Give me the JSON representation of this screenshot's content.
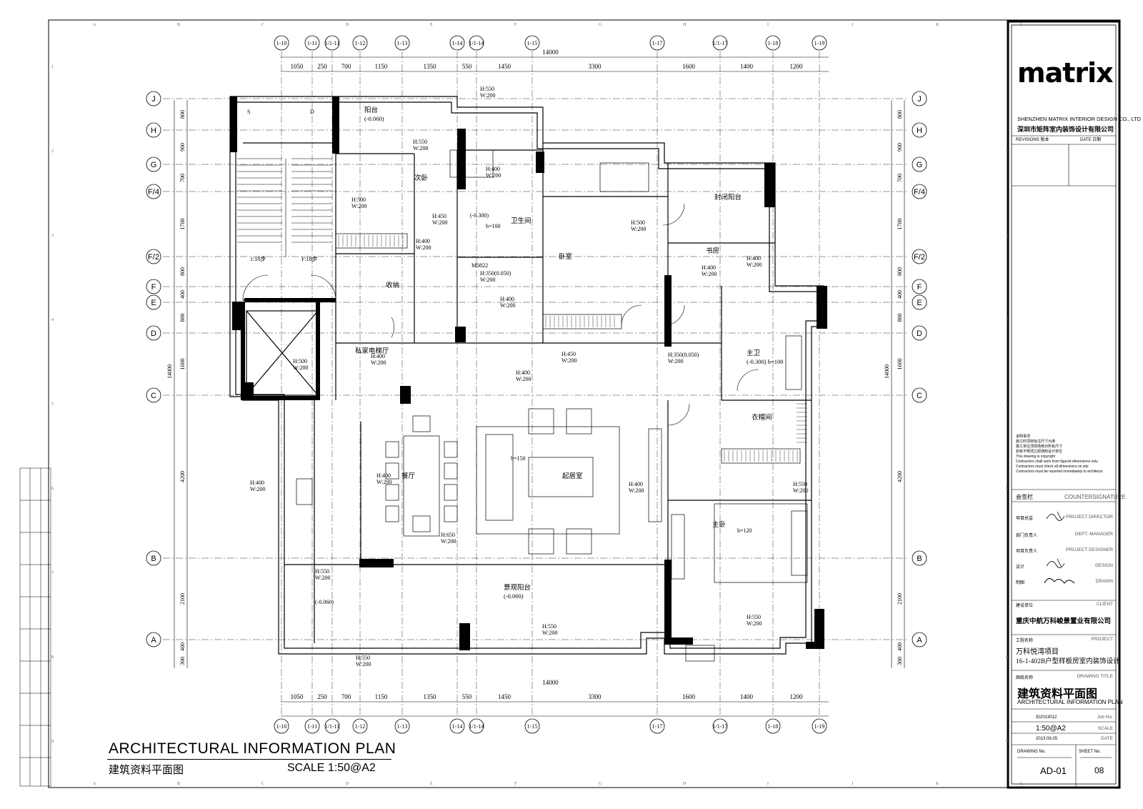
{
  "title_block": {
    "logo": "matrix",
    "company_en": "SHENZHEN MATRIX INTERIOR DESIGN CO., LTD",
    "company_cn": "深圳市矩阵室内装饰设计有限公司",
    "rev_headers": [
      "REVISIONS",
      "版本",
      "DATE",
      "日期"
    ],
    "notes": [
      "说明事项",
      "施工时须依标注尺寸为准",
      "施工单位须现场核对所有尺寸",
      "如有不明须立即通知设计单位",
      "This drawing is copyright",
      "Contractors shall work from figured dimensions only",
      "Contractors must check all dimensions on site",
      "Contractors must be reported immediately to architects"
    ],
    "countersign_cn": "会签栏",
    "countersign_en": "COUNTERSIGNATURE",
    "roles": [
      {
        "cn": "项目总监",
        "en": "PROJECT DIRECTOR"
      },
      {
        "cn": "部门负责人",
        "en": "DEPT. MANAGER"
      },
      {
        "cn": "项目负责人",
        "en": "PROJECT DESIGNER"
      },
      {
        "cn": "设计",
        "en": "DESIGN"
      },
      {
        "cn": "制图",
        "en": "DRAWN"
      }
    ],
    "client_label_cn": "建设单位",
    "client_label_en": "CLIENT",
    "client": "重庆中航万科峻景置业有限公司",
    "project_label_cn": "工程名称",
    "project_label_en": "PROJECT",
    "project_line1": "万科悦湾项目",
    "project_line2": "16-1-402B户型样板房室内装饰设计",
    "drawing_title_label_cn": "图纸名称",
    "drawing_title_label_en": "DRAWING TITLE",
    "drawing_title_cn": "建筑资料平面图",
    "drawing_title_en": "ARCHITECTURAL INFORMATION PLAN",
    "job_label": "Job No.",
    "job_no": "ID2013012",
    "scale_label": "SCALE",
    "scale": "1:50@A2",
    "date_label": "DATE",
    "date": "2013.08.05",
    "drawing_no_label": "DRAWING No.",
    "drawing_no": "AD-01",
    "sheet_no_label": "SHEET No.",
    "sheet_no": "08"
  },
  "plan_title": {
    "en": "ARCHITECTURAL INFORMATION PLAN",
    "cn": "建筑资料平面图",
    "scale": "SCALE  1:50@A2"
  },
  "grid": {
    "columns": [
      "1-10",
      "1-11",
      "1/1-11",
      "1-12",
      "1-13",
      "1-14",
      "1/1-14",
      "1-15",
      "1-17",
      "1/1-17",
      "1-18",
      "1-19"
    ],
    "rows": [
      "J",
      "H",
      "G",
      "F/4",
      "F/2",
      "F",
      "E",
      "D",
      "C",
      "B",
      "A"
    ],
    "col_dims": [
      "1050",
      "250",
      "700",
      "1150",
      "1350",
      "550",
      "1450",
      "3300",
      "1600",
      "1400",
      "1200"
    ],
    "overall_width": "14000",
    "row_dims_left": [
      "800",
      "900",
      "700",
      "1700",
      "800",
      "400",
      "800",
      "1600",
      "4200",
      "2100",
      "400",
      "300"
    ],
    "overall_height": "14000",
    "frame_cols": [
      "A",
      "B",
      "C",
      "D",
      "E",
      "F",
      "G",
      "H",
      "I",
      "J",
      "K",
      "L"
    ],
    "frame_rows": [
      "1",
      "2",
      "3",
      "4",
      "5",
      "6",
      "7",
      "8",
      "9"
    ]
  },
  "rooms": [
    {
      "name": "阳台",
      "sub": "(-0.060)"
    },
    {
      "name": "次卧",
      "sub": ""
    },
    {
      "name": "卫生间",
      "sub": ""
    },
    {
      "name": "卧室",
      "sub": ""
    },
    {
      "name": "封闭阳台",
      "sub": ""
    },
    {
      "name": "书房",
      "sub": ""
    },
    {
      "name": "收纳",
      "sub": ""
    },
    {
      "name": "私家电梯厅",
      "sub": ""
    },
    {
      "name": "主卫",
      "sub": "(-0.300) h=100"
    },
    {
      "name": "衣帽间",
      "sub": ""
    },
    {
      "name": "餐厅",
      "sub": ""
    },
    {
      "name": "起居室",
      "sub": ""
    },
    {
      "name": "主卧",
      "sub": ""
    },
    {
      "name": "景观阳台",
      "sub": "(-0.060)"
    }
  ],
  "annotations": [
    "H:550 W:200",
    "H:550 W:200",
    "H:500 W:200",
    "H:400 W:200",
    "H:450 W:200",
    "H:400 W:200",
    "H:500 W:200",
    "H:400 W:200",
    "H:350(0.050) W:200",
    "H:400 W:200",
    "H:450 W:200",
    "H:400 W:200",
    "H:400 W:200",
    "H:500 W:200",
    "H:400 W:200",
    "H:400 W:200",
    "H:350(0.050) W:200",
    "H:400 W:200",
    "H:550 W:200",
    "H:650 W:200",
    "H:550 W:200",
    "H:550 W:200",
    "H:550 W:200",
    "H:550 W:200",
    "H:400 W:200"
  ],
  "misc_labels": [
    "S",
    "D",
    "1:18步",
    "F:18步",
    "(-0.300)",
    "h=100",
    "M0822",
    "h=150",
    "h=120",
    "(-0.060)"
  ]
}
